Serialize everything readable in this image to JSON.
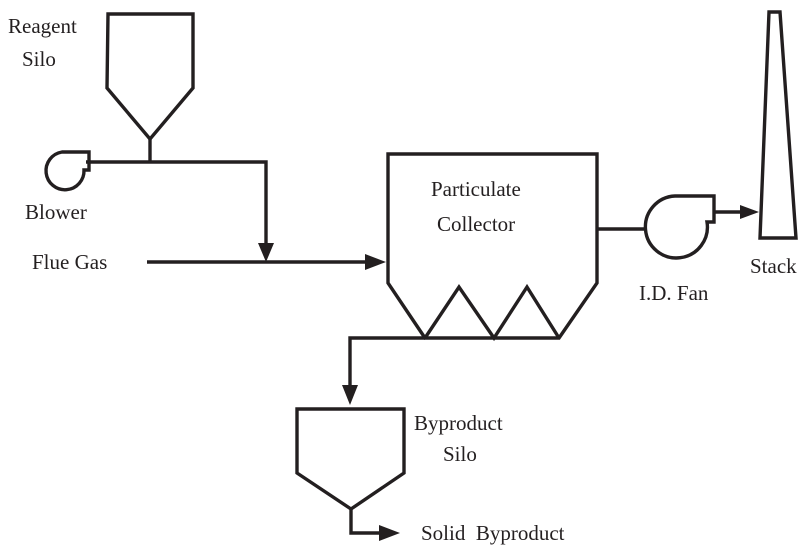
{
  "labels": {
    "reagent_silo_line1": "Reagent",
    "reagent_silo_line2": "Silo",
    "blower": "Blower",
    "flue_gas": "Flue Gas",
    "particulate_collector_line1": "Particulate",
    "particulate_collector_line2": "Collector",
    "id_fan": "I.D. Fan",
    "stack": "Stack",
    "byproduct_silo_line1": "Byproduct",
    "byproduct_silo_line2": "Silo",
    "solid_byproduct": "Solid  Byproduct"
  },
  "colors": {
    "ink": "#231f20",
    "background": "#ffffff"
  }
}
